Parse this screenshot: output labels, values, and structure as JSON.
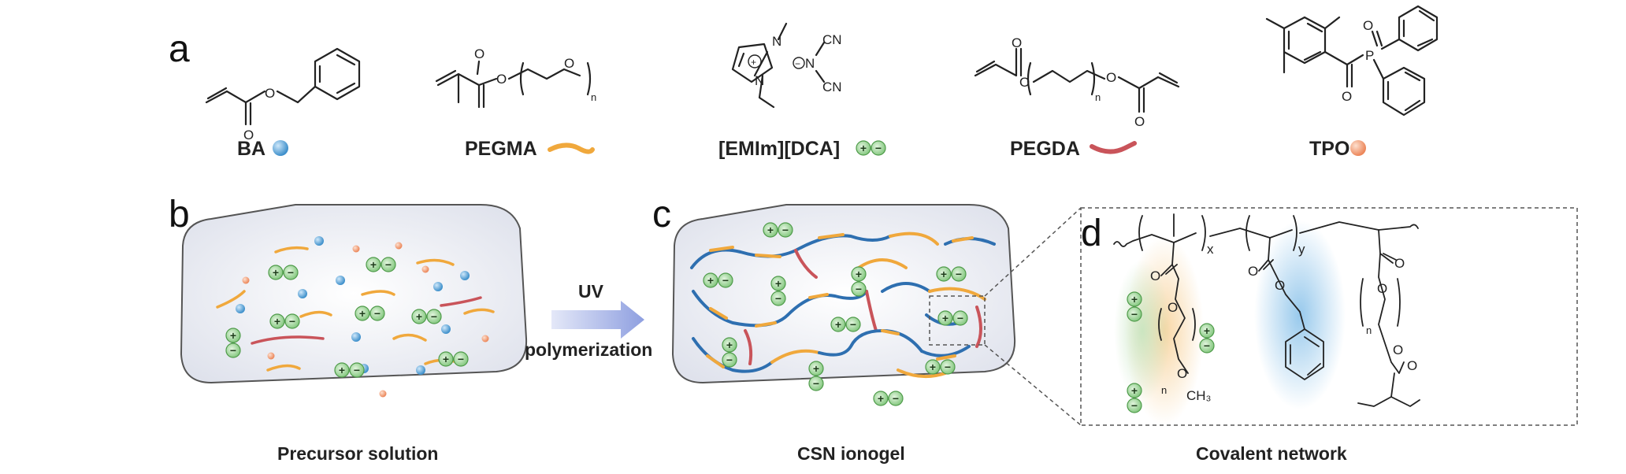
{
  "panel_labels": {
    "a": "a",
    "b": "b",
    "c": "c",
    "d": "d"
  },
  "monomers": {
    "ba": "BA",
    "pegma": "PEGMA",
    "ionic_liquid": "[EMIm][DCA]",
    "pegda": "PEGDA",
    "tpo": "TPO"
  },
  "atoms": {
    "O": "O",
    "N": "N",
    "P": "P",
    "CN": "CN",
    "n": "n",
    "x": "x",
    "y": "y",
    "CH3": "CH₃",
    "plus": "+",
    "minus": "−"
  },
  "arrow": {
    "top": "UV",
    "bottom": "polymerization"
  },
  "captions": {
    "precursor": "Precursor solution",
    "ionogel": "CSN ionogel",
    "network": "Covalent network"
  },
  "colors": {
    "ba": "#5aa9dd",
    "pegma": "#f0a83c",
    "pegda": "#c9545a",
    "tpo": "#f09a74",
    "ion": "#8fcf8a",
    "chain": "#2e6fb0",
    "box": "#eef0f6"
  }
}
